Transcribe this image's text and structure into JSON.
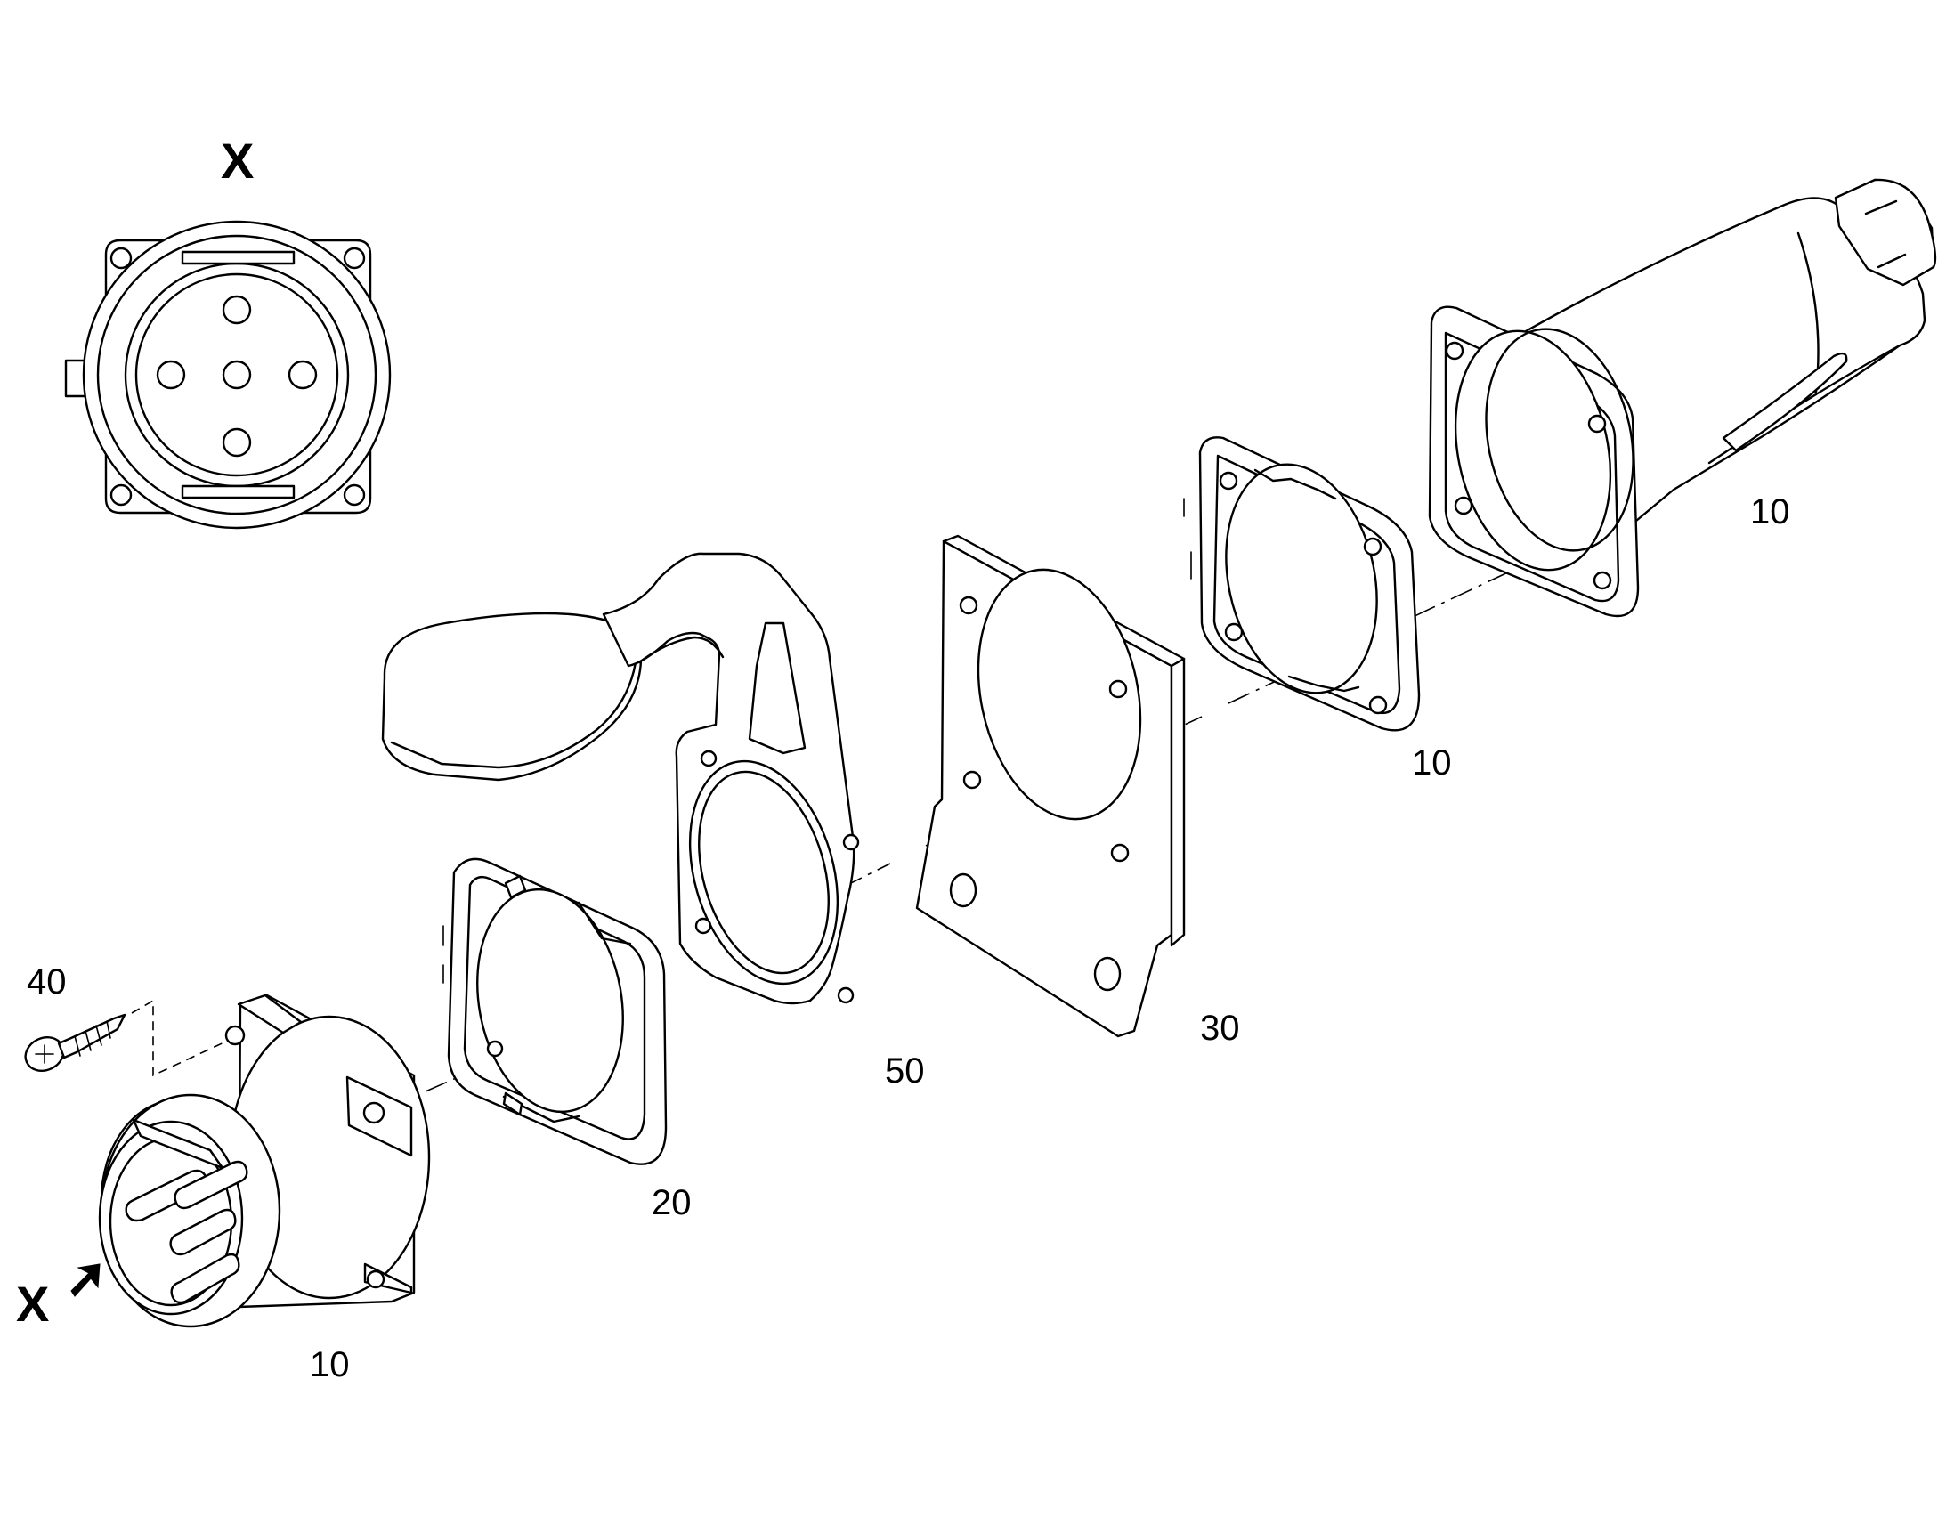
{
  "view_marker": "X",
  "callouts": {
    "c10_plug": "10",
    "c10_ring": "10",
    "c10_housing": "10",
    "c20": "20",
    "c30": "30",
    "c40": "40",
    "c50": "50"
  },
  "colors": {
    "line": "#000000",
    "background": "#ffffff"
  }
}
